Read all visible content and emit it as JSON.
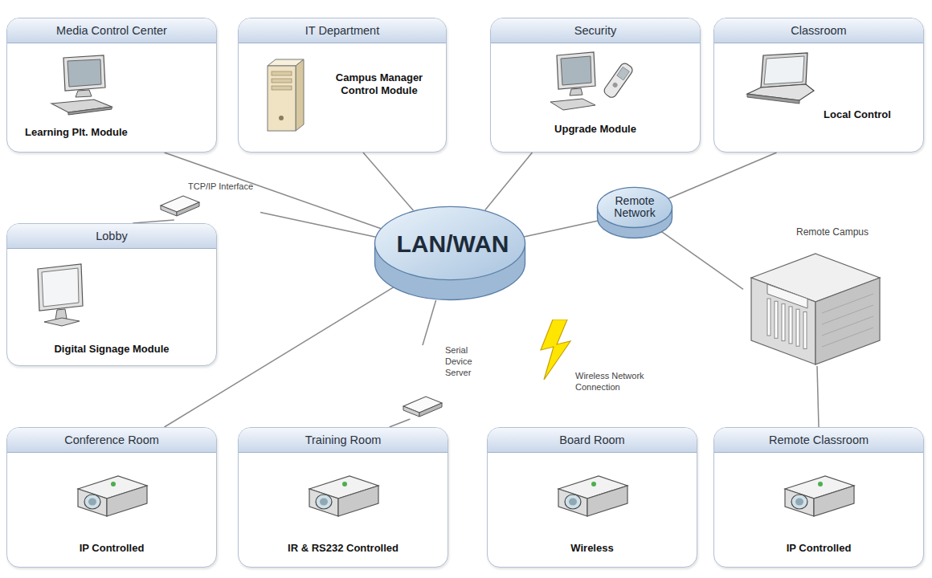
{
  "diagram": {
    "nodes": [
      {
        "text": [
          "Media Control Center",
          "Learning Plt. Module"
        ]
      },
      {
        "text": [
          "IT Department",
          "Campus Manager Control Module"
        ]
      },
      {
        "text": [
          "Security",
          "Upgrade Module"
        ]
      },
      {
        "text": [
          "Classroom",
          "Local Control"
        ]
      },
      {
        "text": [
          "Lobby",
          "Digital Signage Module"
        ]
      },
      {
        "text": [
          "TCP/IP Interface"
        ]
      },
      {
        "text": [
          "LAN/WAN"
        ]
      },
      {
        "text": [
          "Remote Network"
        ]
      },
      {
        "text": [
          "Remote Campus"
        ]
      },
      {
        "text": [
          "Serial Device Server"
        ]
      },
      {
        "text": [
          "Conference Room",
          "IP Controlled"
        ]
      },
      {
        "text": [
          "Training Room",
          "IR & RS232 Controlled"
        ]
      },
      {
        "text": [
          "Board Room",
          "Wireless"
        ]
      },
      {
        "text": [
          "Remote Classroom",
          "IP Controlled"
        ]
      }
    ],
    "edges": [
      {
        "from": 0,
        "to": 6,
        "arrow": "none"
      },
      {
        "from": 1,
        "to": 6,
        "arrow": "none"
      },
      {
        "from": 2,
        "to": 6,
        "arrow": "none"
      },
      {
        "from": 3,
        "to": 7,
        "arrow": "none"
      },
      {
        "from": 7,
        "to": 6,
        "arrow": "none"
      },
      {
        "from": 7,
        "to": 8,
        "arrow": "none"
      },
      {
        "from": 8,
        "to": 13,
        "arrow": "none"
      },
      {
        "from": 4,
        "to": 5,
        "arrow": "none"
      },
      {
        "from": 5,
        "to": 6,
        "arrow": "none"
      },
      {
        "from": 10,
        "to": 6,
        "arrow": "none"
      },
      {
        "from": 11,
        "to": 9,
        "arrow": "none"
      },
      {
        "from": 9,
        "to": 6,
        "arrow": "none"
      }
    ],
    "labels": [
      "Wireless Network Connection"
    ]
  }
}
